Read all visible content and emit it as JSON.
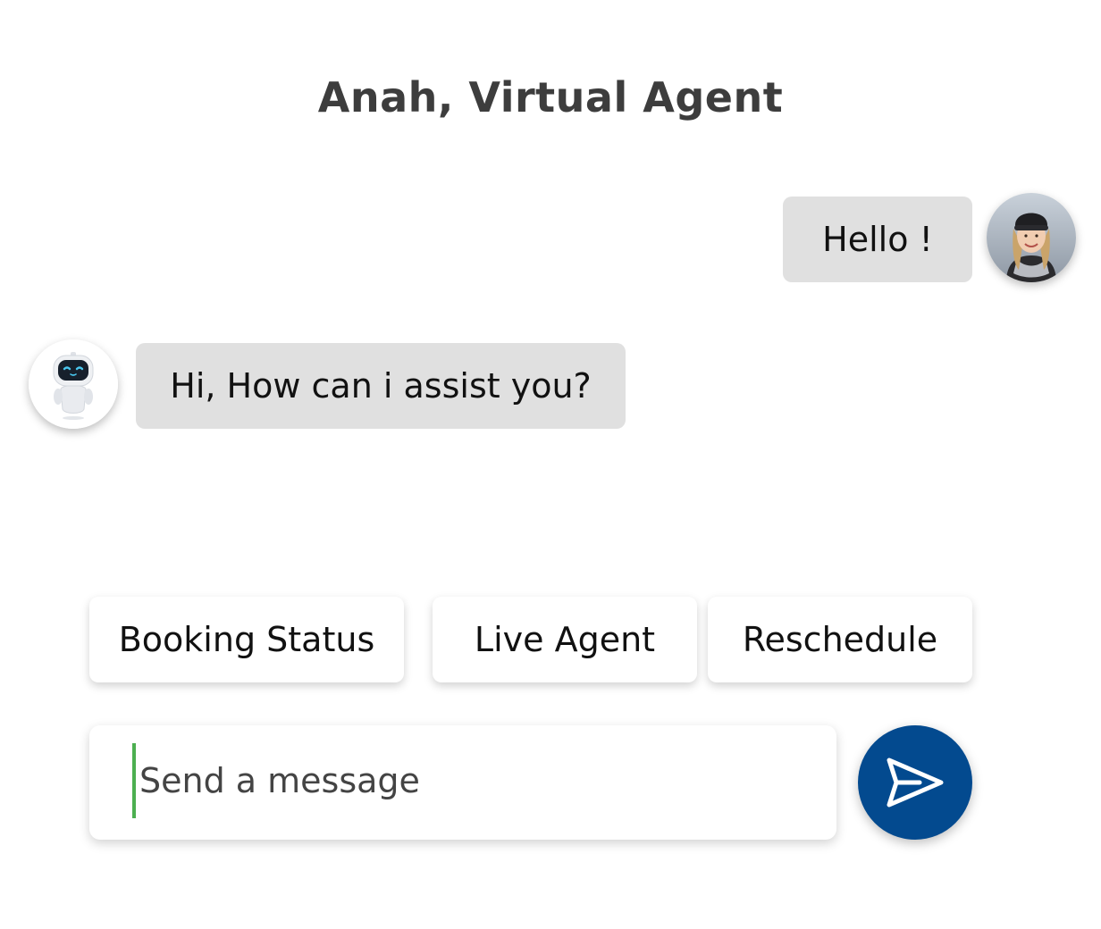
{
  "header": {
    "title": "Anah, Virtual Agent"
  },
  "messages": [
    {
      "sender": "user",
      "text": "Hello !"
    },
    {
      "sender": "bot",
      "text": "Hi, How can i assist you?"
    }
  ],
  "quick_replies": [
    "Booking Status",
    "Live Agent",
    "Reschedule"
  ],
  "composer": {
    "placeholder": "Send a message",
    "value": ""
  },
  "icons": {
    "user_avatar": "user-avatar-photo",
    "bot_avatar": "robot-icon",
    "send": "send-icon"
  },
  "colors": {
    "send_button": "#034a8f",
    "bubble": "#e0e0e0",
    "cursor": "#4caf50",
    "title": "#3d3d3d"
  }
}
